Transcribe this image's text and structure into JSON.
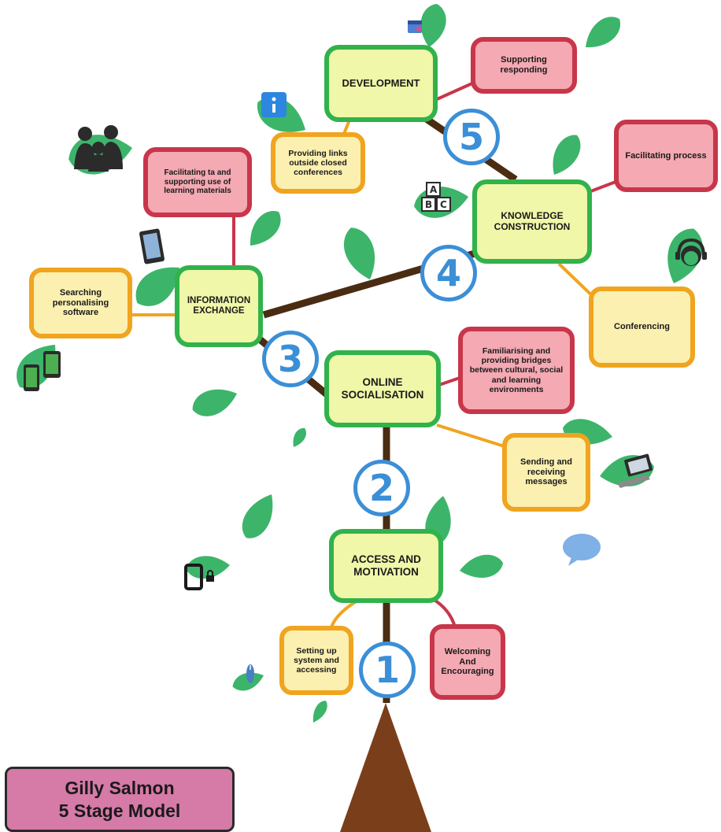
{
  "title": {
    "line1": "Gilly Salmon",
    "line2": "5 Stage Model"
  },
  "stages": {
    "access": "ACCESS AND MOTIVATION",
    "socialisation": "ONLINE SOCIALISATION",
    "information": "INFORMATION EXCHANGE",
    "knowledge": "KNOWLEDGE CONSTRUCTION",
    "development": "DEVELOPMENT"
  },
  "stage_numbers": [
    "1",
    "2",
    "3",
    "4",
    "5"
  ],
  "technical_support": {
    "setting_up": "Setting up system and accessing",
    "sending": "Sending and receiving messages",
    "searching": "Searching personalising software",
    "conferencing": "Conferencing",
    "links": "Providing links outside closed conferences"
  },
  "e_moderating": {
    "welcoming": "Welcoming And Encouraging",
    "familiarising": "Familiarising and providing bridges between cultural, social and learning environments",
    "facilitating_tasks": "Facilitating ta and supporting use of learning materials",
    "facilitating_process": "Facilitating process",
    "supporting": "Supporting responding"
  },
  "colors": {
    "stage_fill": "#f0f7a8",
    "stage_border": "#31b24b",
    "emod_fill": "#f4a9b3",
    "emod_border": "#c8364a",
    "tech_fill": "#fbf0b0",
    "tech_border": "#f0a41f",
    "number_ring": "#3b8fd6",
    "branch": "#4a2c12",
    "trunk": "#7a3f1a",
    "leaf": "#3cb56a",
    "plaque": "#d67aa8"
  },
  "icons": [
    "people-icon",
    "tablet-icon",
    "phones-icon",
    "info-icon",
    "calendar-icon",
    "abc-blocks-icon",
    "headset-icon",
    "laptop-icon",
    "chat-bubble-icon",
    "device-lock-icon",
    "mouse-icon"
  ]
}
